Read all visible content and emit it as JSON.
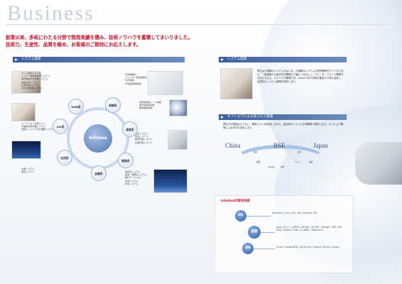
{
  "page_title": "Business",
  "intro": [
    "創業以来、多岐にわたる分野で開発実績を積み、技術ノウハウを蓄積してまいりました。",
    "技術力、生産性、品質を極め、お客様のご期待にお応えします。"
  ],
  "system_dev": {
    "heading": "システム開発",
    "hub": "InfoSea",
    "nodes": [
      "WEB系",
      "制御系",
      "通信系",
      "業務系",
      "金融系",
      "汎用系",
      "GIS系"
    ],
    "boxes": {
      "web": [
        "ネット販売システム",
        "バッチ一括処理管理システム",
        "携帯通信向け情報システム",
        "電話会員システム",
        "在庫管理システム",
        "Open系構築システム"
      ],
      "control": [
        "FAX機関係",
        "プリンター組込制御系",
        "DVD関係",
        "AV製品制御関係"
      ],
      "comm": [
        "携帯通信網ノード制御",
        "携帯基地局関係",
        "端末制御関係"
      ],
      "business": [
        "料金システム",
        "受注システム",
        "販売管理システム",
        "在庫管理システム"
      ],
      "finance": [
        "勘定系システム",
        "証券・保険系システム",
        "銀行ワークフロー",
        "交換システム",
        "外為システム"
      ],
      "general": [
        "全銀システム",
        "信託システム"
      ],
      "gis": [
        "ワークフロー管理ソフト",
        "不動産資料管理システム",
        "測量エンジニア向け業務システム"
      ]
    }
  },
  "offshore_dev": {
    "heading": "システム開発",
    "text": "弊社は小規模のシステムをはじめ、大規模なシステムの受託開発を行っております。一括請負から部分的な開発まで幅広くお応えし、ウォーターフォール開発方式はもちろん、スパイラル開発方式、Java/C/.NET分野の豊富な人材を活用し、高品質なシステム構築を提供します。"
  },
  "offshore": {
    "heading": "オフショアによる低コスト開発",
    "text": "弊社の中国拠点とともに、開発コストを削減しながら、高品質なシステムを短期間で提供します。オフショア開発によるBSEを活用します。",
    "labels": [
      "China",
      "BSE",
      "Japan"
    ],
    "flow": [
      "受注",
      "設計",
      "開発",
      "InfoSea",
      "BSE",
      "テスト",
      "納品"
    ]
  },
  "skills": {
    "title": "InfoSeaの保有技術",
    "items": [
      {
        "name": "OS",
        "list": "Windows, Linux, Unix, AIX, Android, iOS"
      },
      {
        "name": "言語",
        "list": "Java, C/C++, COBOL, VB.NET, C#.NET, ASP.NET, PHP, Perl, Ruby, Python, Flash, R, ABAP, Objective-C"
      },
      {
        "name": "DB",
        "list": "Oracle, PostgreSQL, SQLServer, Sybase, MySQL, Access"
      }
    ]
  }
}
